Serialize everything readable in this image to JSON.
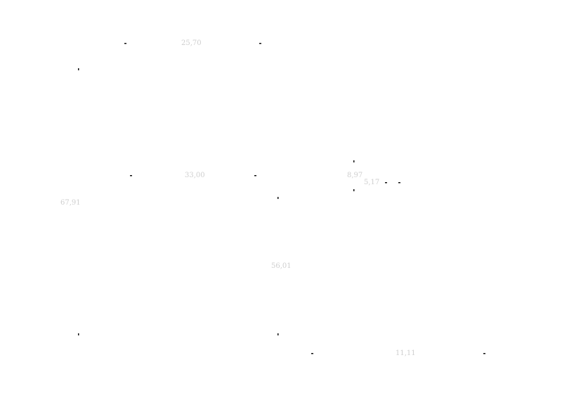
{
  "labels": [
    {
      "text": "25,70"
    },
    {
      "text": "33,00"
    },
    {
      "text": "8,97"
    },
    {
      "text": "5,17"
    },
    {
      "text": "67,91"
    },
    {
      "text": "56,01"
    },
    {
      "text": "11,11"
    }
  ],
  "colors": {
    "background": "#ffffff",
    "label": "#cfcfcf",
    "tick": "#111111"
  }
}
